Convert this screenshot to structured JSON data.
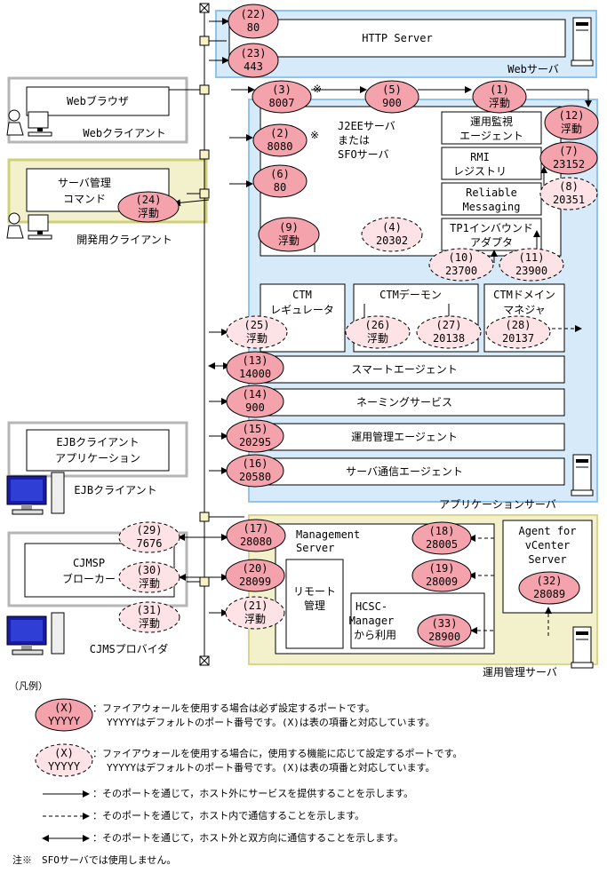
{
  "boxes": {
    "http_server": "HTTP Server",
    "web_server": "Webサーバ",
    "web_browser": "Webブラウザ",
    "web_client": "Webクライアント",
    "j2ee_line1": "J2EEサーバ",
    "j2ee_line2": "または",
    "j2ee_line3": "SFOサーバ",
    "op_monitor_line1": "運用監視",
    "op_monitor_line2": "エージェント",
    "rmi_line1": "RMI",
    "rmi_line2": "レジストリ",
    "reliable_line1": "Reliable",
    "reliable_line2": "Messaging",
    "tp1_line1": "TP1インバウンド",
    "tp1_line2": "アダプタ",
    "server_cmd_line1": "サーバ管理",
    "server_cmd_line2": "コマンド",
    "dev_client": "開発用クライアント",
    "ctm_reg_line1": "CTM",
    "ctm_reg_line2": "レギュレータ",
    "ctm_daemon": "CTMデーモン",
    "ctm_dm_line1": "CTMドメイン",
    "ctm_dm_line2": "マネジャ",
    "smart_agent": "スマートエージェント",
    "naming": "ネーミングサービス",
    "op_mgmt_agent": "運用管理エージェント",
    "server_comm_agent": "サーバ通信エージェント",
    "ejb_app_line1": "EJBクライアント",
    "ejb_app_line2": "アプリケーション",
    "ejb_client": "EJBクライアント",
    "app_server": "アプリケーションサーバ",
    "mgmt_line1": "Management",
    "mgmt_line2": "Server",
    "remote_line1": "リモート",
    "remote_line2": "管理",
    "hcsc_line1": "HCSC-",
    "hcsc_line2": "Manager",
    "hcsc_line3": "から利用",
    "agent_line1": "Agent for",
    "agent_line2": "vCenter",
    "agent_line3": "Server",
    "cjmsp_line1": "CJMSP",
    "cjmsp_line2": "ブローカー",
    "cjms_provider": "CJMSプロバイダ",
    "mgmt_server": "運用管理サーバ"
  },
  "ports": {
    "p1": {
      "label": "(1)",
      "value": "浮動"
    },
    "p2": {
      "label": "(2)",
      "value": "8080"
    },
    "p3": {
      "label": "(3)",
      "value": "8007"
    },
    "p4": {
      "label": "(4)",
      "value": "20302"
    },
    "p5": {
      "label": "(5)",
      "value": "900"
    },
    "p6": {
      "label": "(6)",
      "value": "80"
    },
    "p7": {
      "label": "(7)",
      "value": "23152"
    },
    "p8": {
      "label": "(8)",
      "value": "20351"
    },
    "p9": {
      "label": "(9)",
      "value": "浮動"
    },
    "p10": {
      "label": "(10)",
      "value": "23700"
    },
    "p11": {
      "label": "(11)",
      "value": "23900"
    },
    "p12": {
      "label": "(12)",
      "value": "浮動"
    },
    "p13": {
      "label": "(13)",
      "value": "14000"
    },
    "p14": {
      "label": "(14)",
      "value": "900"
    },
    "p15": {
      "label": "(15)",
      "value": "20295"
    },
    "p16": {
      "label": "(16)",
      "value": "20580"
    },
    "p17": {
      "label": "(17)",
      "value": "28080"
    },
    "p18": {
      "label": "(18)",
      "value": "28005"
    },
    "p19": {
      "label": "(19)",
      "value": "28009"
    },
    "p20": {
      "label": "(20)",
      "value": "28099"
    },
    "p21": {
      "label": "(21)",
      "value": "浮動"
    },
    "p22": {
      "label": "(22)",
      "value": "80"
    },
    "p23": {
      "label": "(23)",
      "value": "443"
    },
    "p24": {
      "label": "(24)",
      "value": "浮動"
    },
    "p25": {
      "label": "(25)",
      "value": "浮動"
    },
    "p26": {
      "label": "(26)",
      "value": "浮動"
    },
    "p27": {
      "label": "(27)",
      "value": "20138"
    },
    "p28": {
      "label": "(28)",
      "value": "20137"
    },
    "p29": {
      "label": "(29)",
      "value": "7676"
    },
    "p30": {
      "label": "(30)",
      "value": "浮動"
    },
    "p31": {
      "label": "(31)",
      "value": "浮動"
    },
    "p32": {
      "label": "(32)",
      "value": "28089"
    },
    "p33": {
      "label": "(33)",
      "value": "28900"
    }
  },
  "marks": {
    "note_mark": "※"
  },
  "legend": {
    "title": "（凡例）",
    "sample_label": "(X)",
    "sample_value": "YYYYY",
    "required_line1": "：ファイアウォールを使用する場合は必ず設定するポートです。",
    "required_line2": "YYYYYはデフォルトのポート番号です。(X)は表の項番と対応しています。",
    "optional_line1": "：ファイアウォールを使用する場合に，使用する機能に応じて設定するポートです。",
    "optional_line2": "YYYYYはデフォルトのポート番号です。(X)は表の項番と対応しています。",
    "arrow_out": "：そのポートを通じて，ホスト外にサービスを提供することを示します。",
    "arrow_internal": "：そのポートを通じて，ホスト内で通信することを示します。",
    "arrow_bidirectional": "：そのポートを通じて，ホスト外と双方向に通信することを示します。",
    "note": "注※　SFOサーバでは使用しません。"
  },
  "colors": {
    "solid_port_fill": "#f4a3ad",
    "dashed_port_fill": "#fde3e5",
    "app_server_bg": "#d6eafa",
    "app_server_border": "#8ec5ef",
    "mgmt_server_bg": "#f3f1cc",
    "mgmt_server_border": "#d9d58a",
    "client_border": "#b5b5b5",
    "dev_client_border": "#cfd178"
  }
}
